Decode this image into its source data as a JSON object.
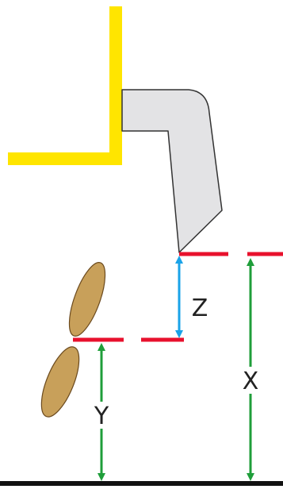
{
  "labels": {
    "z": "Z",
    "y": "Y",
    "x": "X"
  },
  "colors": {
    "transom": "#ffe500",
    "lower_unit_fill": "#e3e3e5",
    "lower_unit_stroke": "#333333",
    "propeller_fill": "#c8a05a",
    "propeller_stroke": "#6b4a1e",
    "reference_line": "#e8112d",
    "arrow_z": "#1aa3e8",
    "arrow_xy": "#1f9e3a",
    "ground": "#111111"
  },
  "icons": {
    "transom": "transom-bracket-icon",
    "lower_unit": "outboard-lower-unit-icon",
    "propeller": "propeller-icon"
  }
}
